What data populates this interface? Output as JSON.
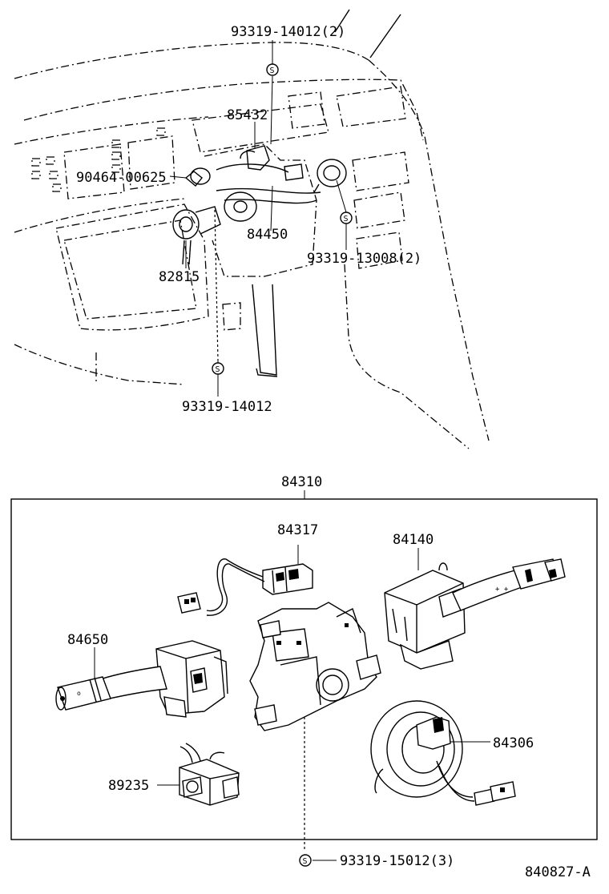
{
  "labels": {
    "top_screw_a": "93319-14012(2)",
    "p85432": "85432",
    "p90464": "90464-00625",
    "p84450": "84450",
    "top_screw_b": "93319-13008(2)",
    "p82815": "82815",
    "top_screw_c": "93319-14012",
    "assembly": "84310",
    "p84317": "84317",
    "p84140": "84140",
    "p84650": "84650",
    "p84306": "84306",
    "p89235": "89235",
    "bottom_screw": "93319-15012(3)",
    "figure_code": "840827-A"
  },
  "symbols": {
    "screw_mark": "S"
  }
}
